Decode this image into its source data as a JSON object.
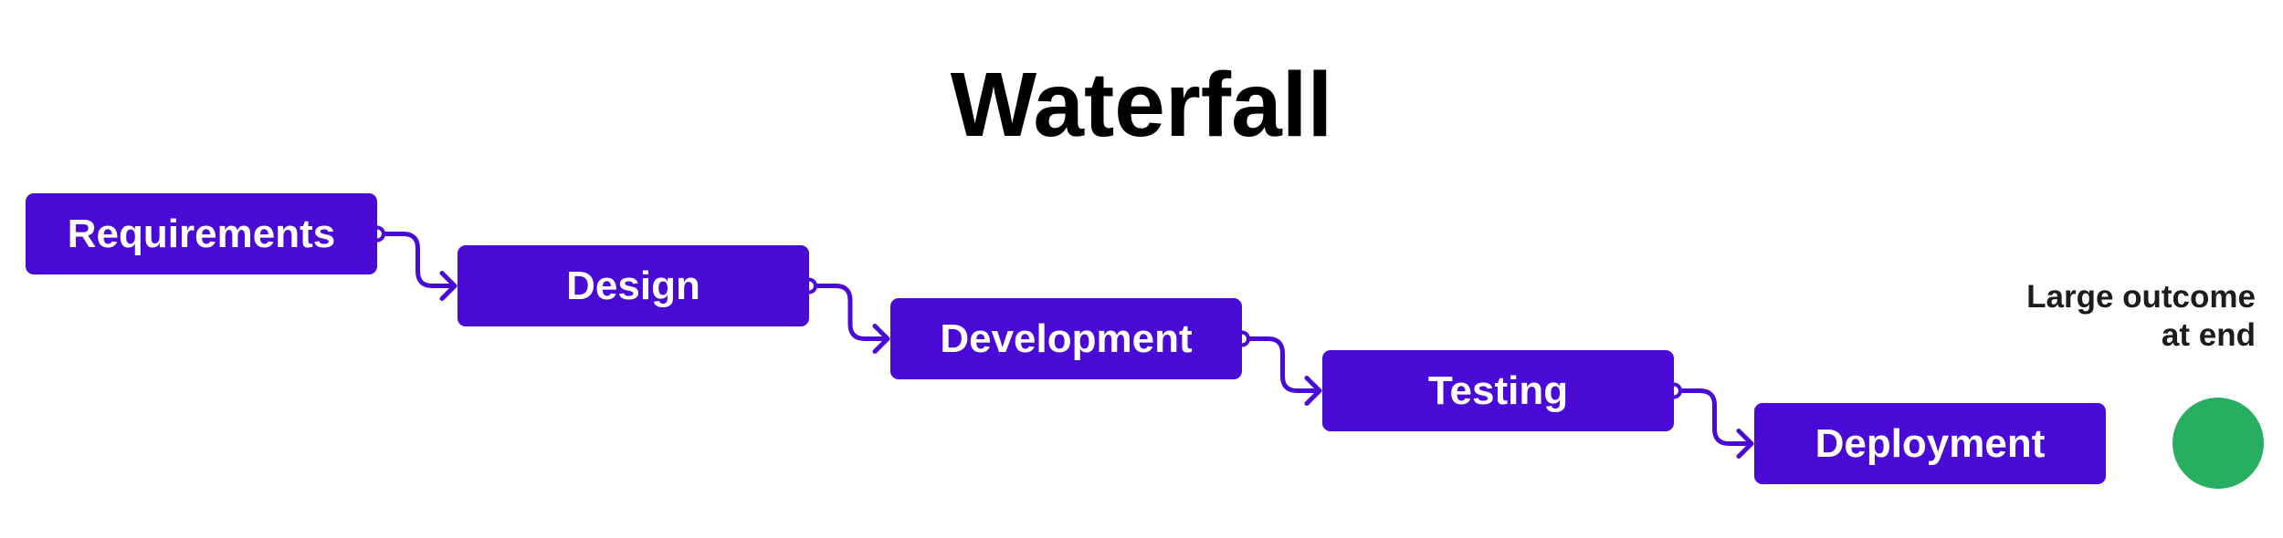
{
  "diagram": {
    "title": "Waterfall",
    "stages": [
      {
        "label": "Requirements"
      },
      {
        "label": "Design"
      },
      {
        "label": "Development"
      },
      {
        "label": "Testing"
      },
      {
        "label": "Deployment"
      }
    ],
    "outcome": {
      "label_line1": "Large outcome",
      "label_line2": "at end"
    }
  },
  "colors": {
    "stage_fill": "#4A0AD6",
    "connector": "#4A0AD6",
    "outcome_dot": "#27AE60",
    "title": "#000000"
  }
}
